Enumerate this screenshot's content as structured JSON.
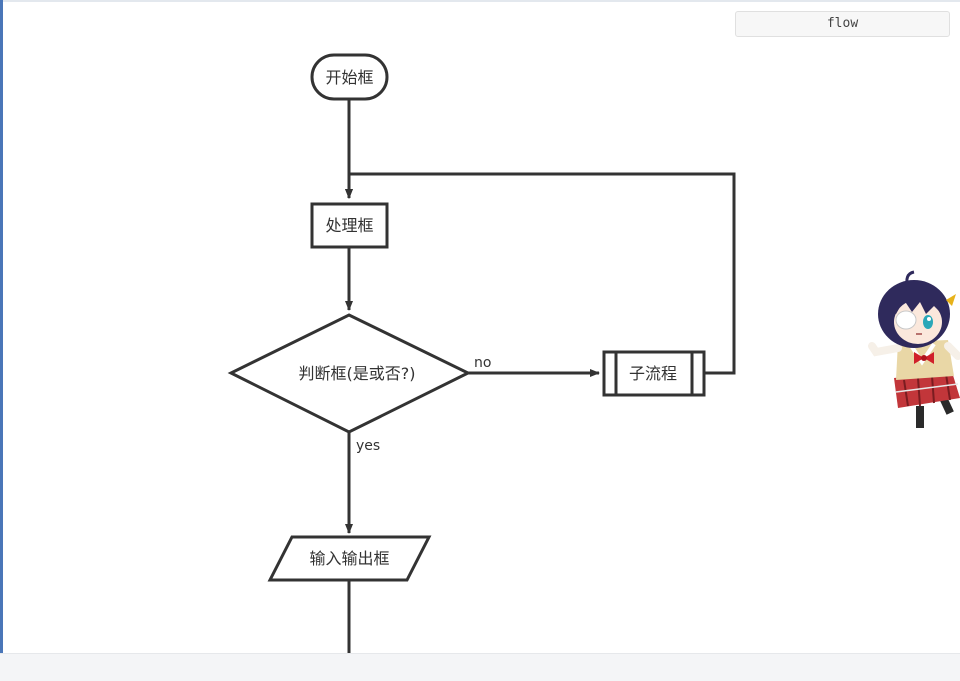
{
  "code_block": {
    "language_label": "flow"
  },
  "flowchart": {
    "nodes": {
      "start": {
        "label": "开始框",
        "shape": "rounded-rect"
      },
      "process": {
        "label": "处理框",
        "shape": "rect"
      },
      "condition": {
        "label": "判断框(是或否?)",
        "shape": "diamond"
      },
      "subroutine": {
        "label": "子流程",
        "shape": "subroutine"
      },
      "inputoutput": {
        "label": "输入输出框",
        "shape": "parallelogram"
      }
    },
    "edges": [
      {
        "from": "start",
        "to": "process",
        "label": ""
      },
      {
        "from": "process",
        "to": "condition",
        "label": ""
      },
      {
        "from": "condition",
        "to": "subroutine",
        "label": "no"
      },
      {
        "from": "subroutine",
        "to": "process",
        "label": ""
      },
      {
        "from": "condition",
        "to": "inputoutput",
        "label": "yes"
      }
    ],
    "colors": {
      "stroke": "#333333",
      "fill": "#ffffff",
      "text": "#333333"
    }
  },
  "decoration": {
    "mascot_icon": "anime-girl-mascot"
  }
}
